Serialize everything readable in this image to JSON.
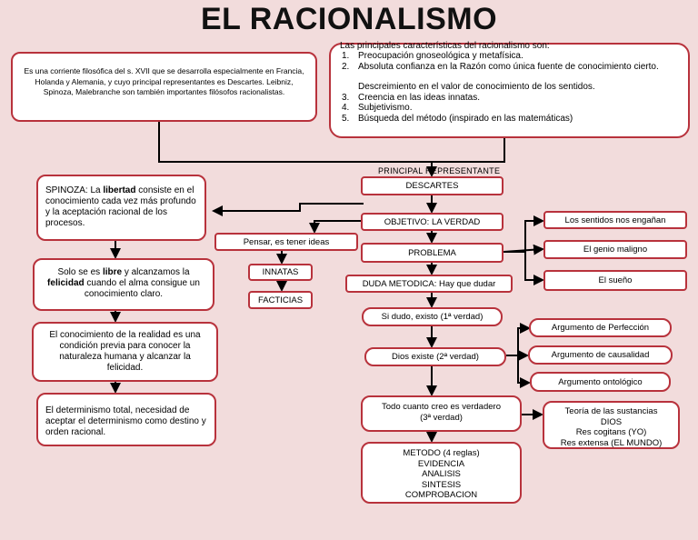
{
  "title": "EL RACIONALISMO",
  "intro": "Es una corriente filosófica del s. XVII que se desarrolla especialmente en Francia, Holanda y Alemania, y cuyo principal representantes es Descartes. Leibniz, Spinoza, Malebranche son también importantes filósofos racionalistas.",
  "characteristics": {
    "heading": "Las principales características del racionalismo son:",
    "items": [
      {
        "n": "1.",
        "text": "Preocupación gnoseológica y metafísica."
      },
      {
        "n": "2.",
        "text": "Absoluta confianza en la Razón como única fuente de  conocimiento cierto."
      },
      {
        "n": "",
        "text": "Descreimiento en el valor de conocimiento de los sentidos."
      },
      {
        "n": "3.",
        "text": "Creencia en las ideas innatas."
      },
      {
        "n": "4.",
        "text": "Subjetivismo."
      },
      {
        "n": "5.",
        "text": "Búsqueda del método (inspirado en las matemáticas)"
      }
    ]
  },
  "spinoza": {
    "p1_pre": "SPINOZA: La ",
    "p1_bold": "libertad",
    "p1_post": " consiste en el conocimiento cada vez más profundo y la aceptación racional de los procesos.",
    "p2_pre": "Solo se es ",
    "p2_bold1": "libre",
    "p2_mid": " y alcanzamos la ",
    "p2_bold2": "felicidad",
    "p2_post": " cuando el alma consigue un conocimiento claro.",
    "p3": "El conocimiento de la realidad es una condición previa para conocer la naturaleza humana y alcanzar la felicidad.",
    "p4": "El determinismo total, necesidad de aceptar el determinismo como destino y orden racional."
  },
  "principal_label": "PRINCIPAL REPRESENTANTE",
  "descartes": "DESCARTES",
  "objetivo": "OBJETIVO: LA VERDAD",
  "pensar": "Pensar, es tener ideas",
  "innatas": "INNATAS",
  "facticias": "FACTICIAS",
  "problema": "PROBLEMA",
  "duda": "DUDA METODICA: Hay que dudar",
  "problems": [
    "Los sentidos nos engañan",
    "El genio maligno",
    "El sueño"
  ],
  "verdad1": "Si dudo, existo (1ª verdad)",
  "verdad2": "Dios existe (2ª verdad)",
  "args": [
    "Argumento de Perfección",
    "Argumento de causalidad",
    "Argumento ontológico"
  ],
  "verdad3_l1": "Todo cuanto creo es verdadero",
  "verdad3_l2": "(3ª verdad)",
  "sustancias": [
    "Teoría de las sustancias",
    "DIOS",
    "Res cogitans (YO)",
    "Res extensa (EL MUNDO)"
  ],
  "metodo": [
    "METODO (4 reglas)",
    "EVIDENCIA",
    "ANALISIS",
    "SINTESIS",
    "COMPROBACION"
  ]
}
